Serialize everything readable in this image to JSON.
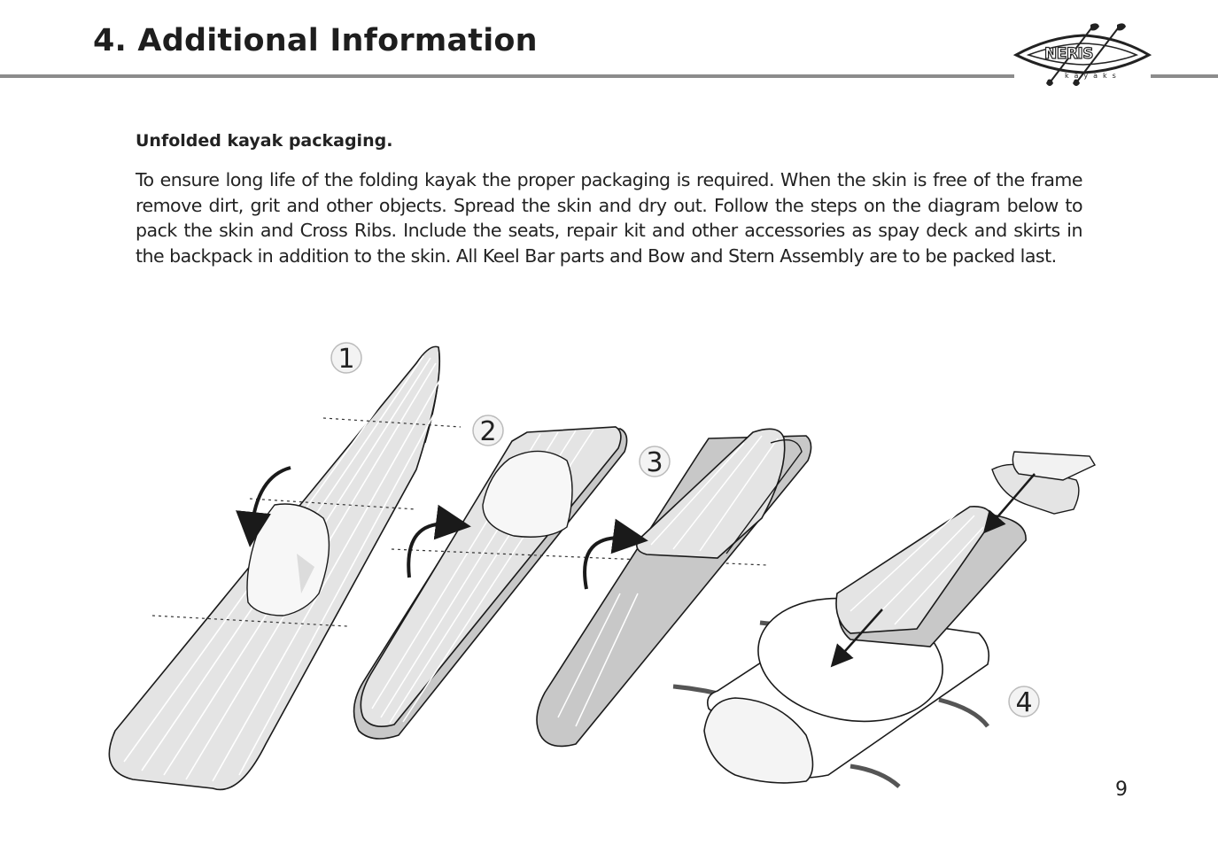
{
  "header": {
    "title": "4. Additional Information",
    "logo": {
      "wordmark": "NERIS",
      "subtitle": "kayaks"
    }
  },
  "section": {
    "heading": "Unfolded kayak packaging.",
    "body": "To ensure long life of the folding kayak the proper packaging is required.  When the skin is free of the frame remove dirt, grit and other objects.  Spread the skin and dry out.  Follow the steps on the diagram below to pack the skin and Cross Ribs.  Include the seats, repair kit and other accessories as spay deck and skirts in the backpack in addition to the skin.  All Keel Bar parts and Bow and Stern Assembly are to be packed last."
  },
  "diagram": {
    "steps": [
      "1",
      "2",
      "3",
      "4"
    ]
  },
  "page_number": "9",
  "colors": {
    "rule": "#8c8c8c",
    "skin_fill": "#e4e4e4",
    "skin_dark": "#c8c8c8",
    "ink": "#1a1a1a"
  }
}
